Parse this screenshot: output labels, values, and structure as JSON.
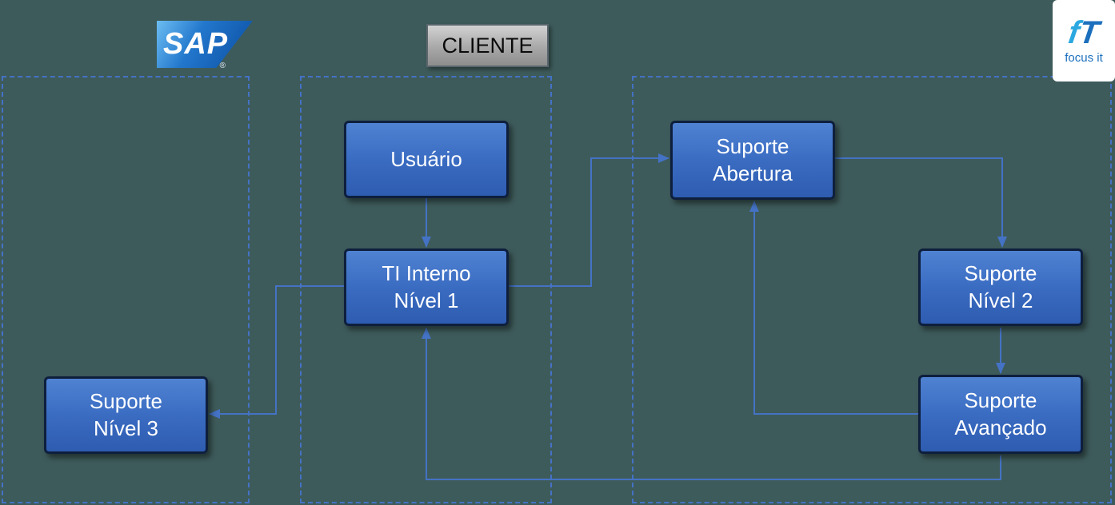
{
  "background_color": "#3e5b5b",
  "accent_color": "#4472c4",
  "logos": {
    "sap": {
      "text": "SAP",
      "registered_mark": "®"
    },
    "cliente": {
      "text": "CLIENTE"
    },
    "focus_it": {
      "mark_f": "f",
      "mark_t": "T",
      "text": "focus it"
    }
  },
  "lanes": [
    {
      "id": "sap",
      "header": "SAP"
    },
    {
      "id": "cliente",
      "header": "CLIENTE"
    },
    {
      "id": "focus-it",
      "header": "focus it"
    }
  ],
  "nodes": [
    {
      "id": "usuario",
      "lane": "cliente",
      "label": "Usuário"
    },
    {
      "id": "ti-interno-nivel-1",
      "lane": "cliente",
      "label": "TI Interno\nNível 1"
    },
    {
      "id": "suporte-nivel-3",
      "lane": "sap",
      "label": "Suporte\nNível 3"
    },
    {
      "id": "suporte-abertura",
      "lane": "focus-it",
      "label": "Suporte\nAbertura"
    },
    {
      "id": "suporte-nivel-2",
      "lane": "focus-it",
      "label": "Suporte\nNível 2"
    },
    {
      "id": "suporte-avancado",
      "lane": "focus-it",
      "label": "Suporte\nAvançado"
    }
  ],
  "edges": [
    {
      "from": "usuario",
      "to": "ti-interno-nivel-1"
    },
    {
      "from": "ti-interno-nivel-1",
      "to": "suporte-abertura"
    },
    {
      "from": "suporte-abertura",
      "to": "suporte-nivel-2"
    },
    {
      "from": "suporte-nivel-2",
      "to": "suporte-avancado"
    },
    {
      "from": "suporte-avancado",
      "to": "suporte-abertura"
    },
    {
      "from": "suporte-avancado",
      "to": "ti-interno-nivel-1"
    },
    {
      "from": "ti-interno-nivel-1",
      "to": "suporte-nivel-3"
    }
  ]
}
